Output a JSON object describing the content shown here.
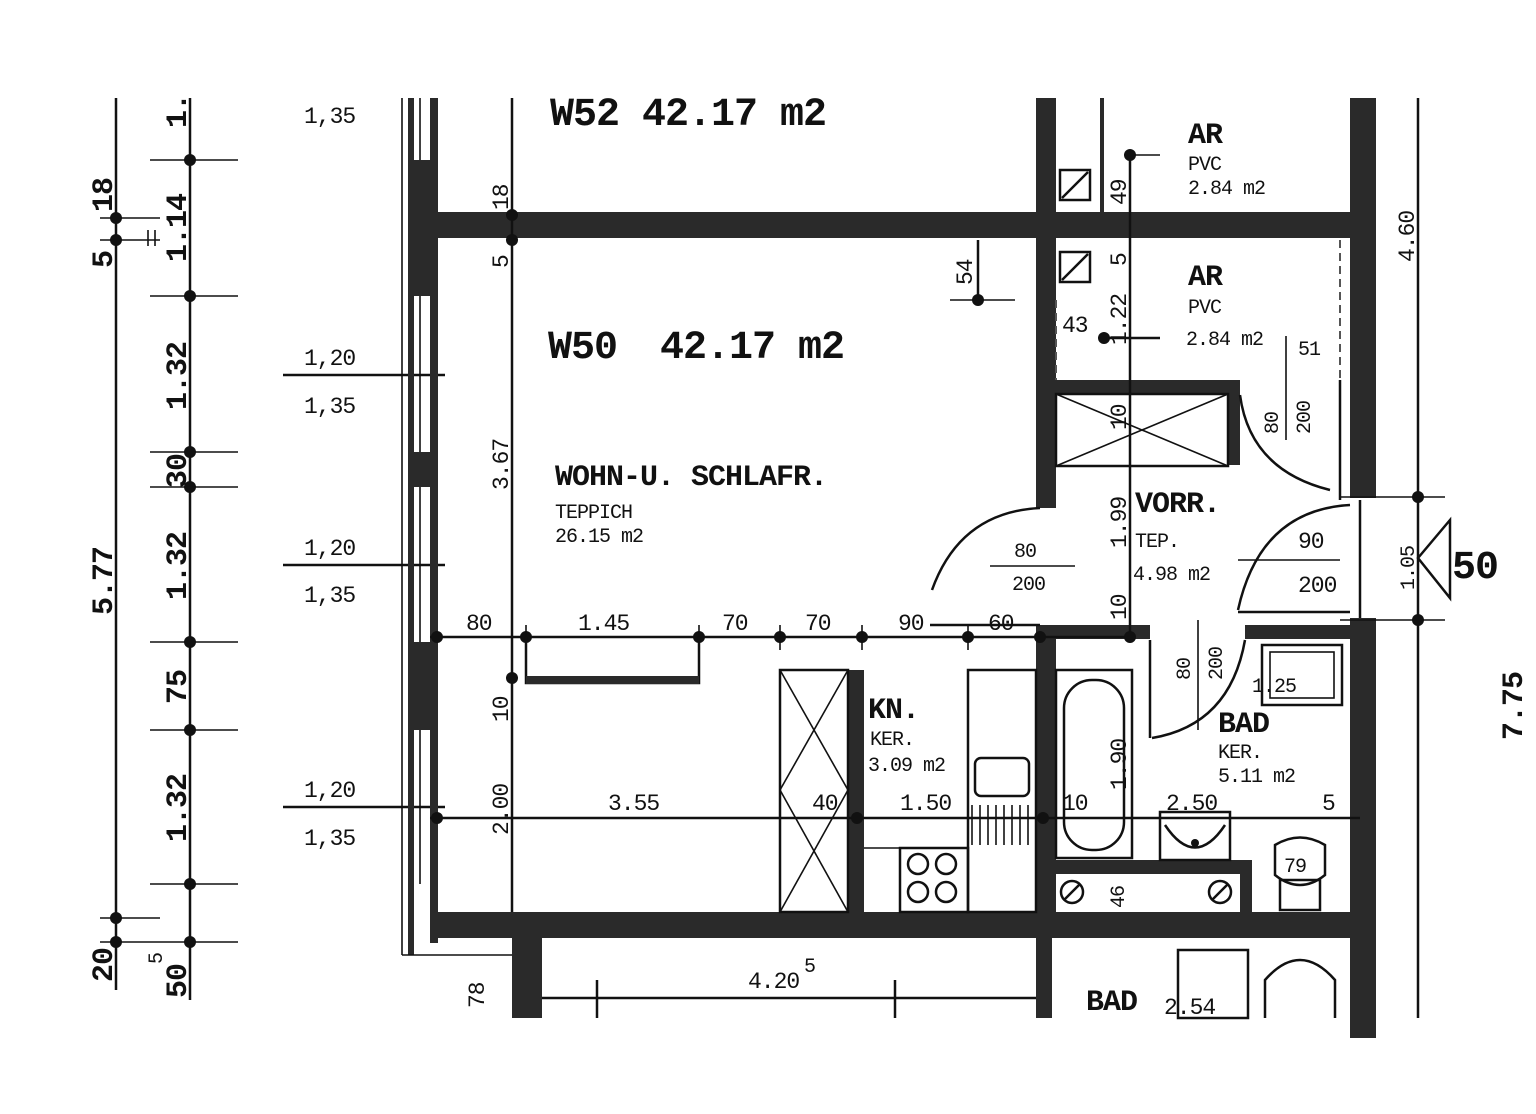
{
  "top_unit": {
    "id_area": "W52  42.17 m2"
  },
  "unit": {
    "id": "W50",
    "area": "42.17 m2"
  },
  "rooms": {
    "living": {
      "name": "WOHN-U. SCHLAFR.",
      "floor": "TEPPICH",
      "area": "26.15 m2"
    },
    "storage_upper": {
      "name": "AR",
      "floor": "PVC",
      "area": "2.84 m2"
    },
    "storage_lower": {
      "name": "AR",
      "floor": "PVC",
      "area": "2.84 m2"
    },
    "hall": {
      "name": "VORR.",
      "floor": "TEP.",
      "area": "4.98 m2"
    },
    "kitchen": {
      "name": "KN.",
      "floor": "KER.",
      "area": "3.09 m2"
    },
    "bath": {
      "name": "BAD",
      "floor": "KER.",
      "area": "5.11 m2"
    },
    "bath_below": {
      "name": "BAD"
    }
  },
  "left_dims": {
    "outer_total": "5.77",
    "a": "5",
    "b": "18",
    "c": "20",
    "d": "1",
    "top": "1.",
    "d114": "1.14",
    "d132a": "1.32",
    "d30": "30",
    "d132b": "1.32",
    "d75": "75",
    "d132c": "1.32",
    "d50": "50",
    "d50sup": "5"
  },
  "window_dims": {
    "w1": "1,35",
    "w2a": "1,20",
    "w2b": "1,35",
    "w3a": "1,20",
    "w3b": "1,35",
    "w4a": "1,20",
    "w4b": "1,35"
  },
  "interior_dims": {
    "d18": "18",
    "d5": "5",
    "d367": "3.67",
    "d54": "54",
    "d80": "80",
    "d145": "1.45",
    "d70a": "70",
    "d70b": "70",
    "d90": "90",
    "d60": "60",
    "d10a": "10",
    "d200v": "2.00",
    "d2": "2",
    "d355": "3.55",
    "d40": "40",
    "d150": "1.50",
    "d10b": "10",
    "d250": "2.50",
    "d5b": "5",
    "d49": "49",
    "d5c": "5",
    "d122": "1.22",
    "d43": "43",
    "d10c": "10",
    "d199": "1.99",
    "d10d": "10",
    "d190": "1.90",
    "d46": "46",
    "d125": "1.25",
    "d79": "79",
    "d51": "51",
    "d460": "4.60",
    "d105": "1.05",
    "d78": "78",
    "d420": "4.20",
    "d420sup": "5",
    "d254": "2.54"
  },
  "doors": {
    "living": {
      "w": "80",
      "h": "200"
    },
    "storage": {
      "w": "80",
      "h": "200"
    },
    "bath": {
      "w": "80",
      "h": "200"
    },
    "entry": {
      "w": "90",
      "h": "200"
    }
  },
  "stair_mark": "50",
  "right_edge": {
    "a": "7.75",
    "b": "1.05"
  }
}
